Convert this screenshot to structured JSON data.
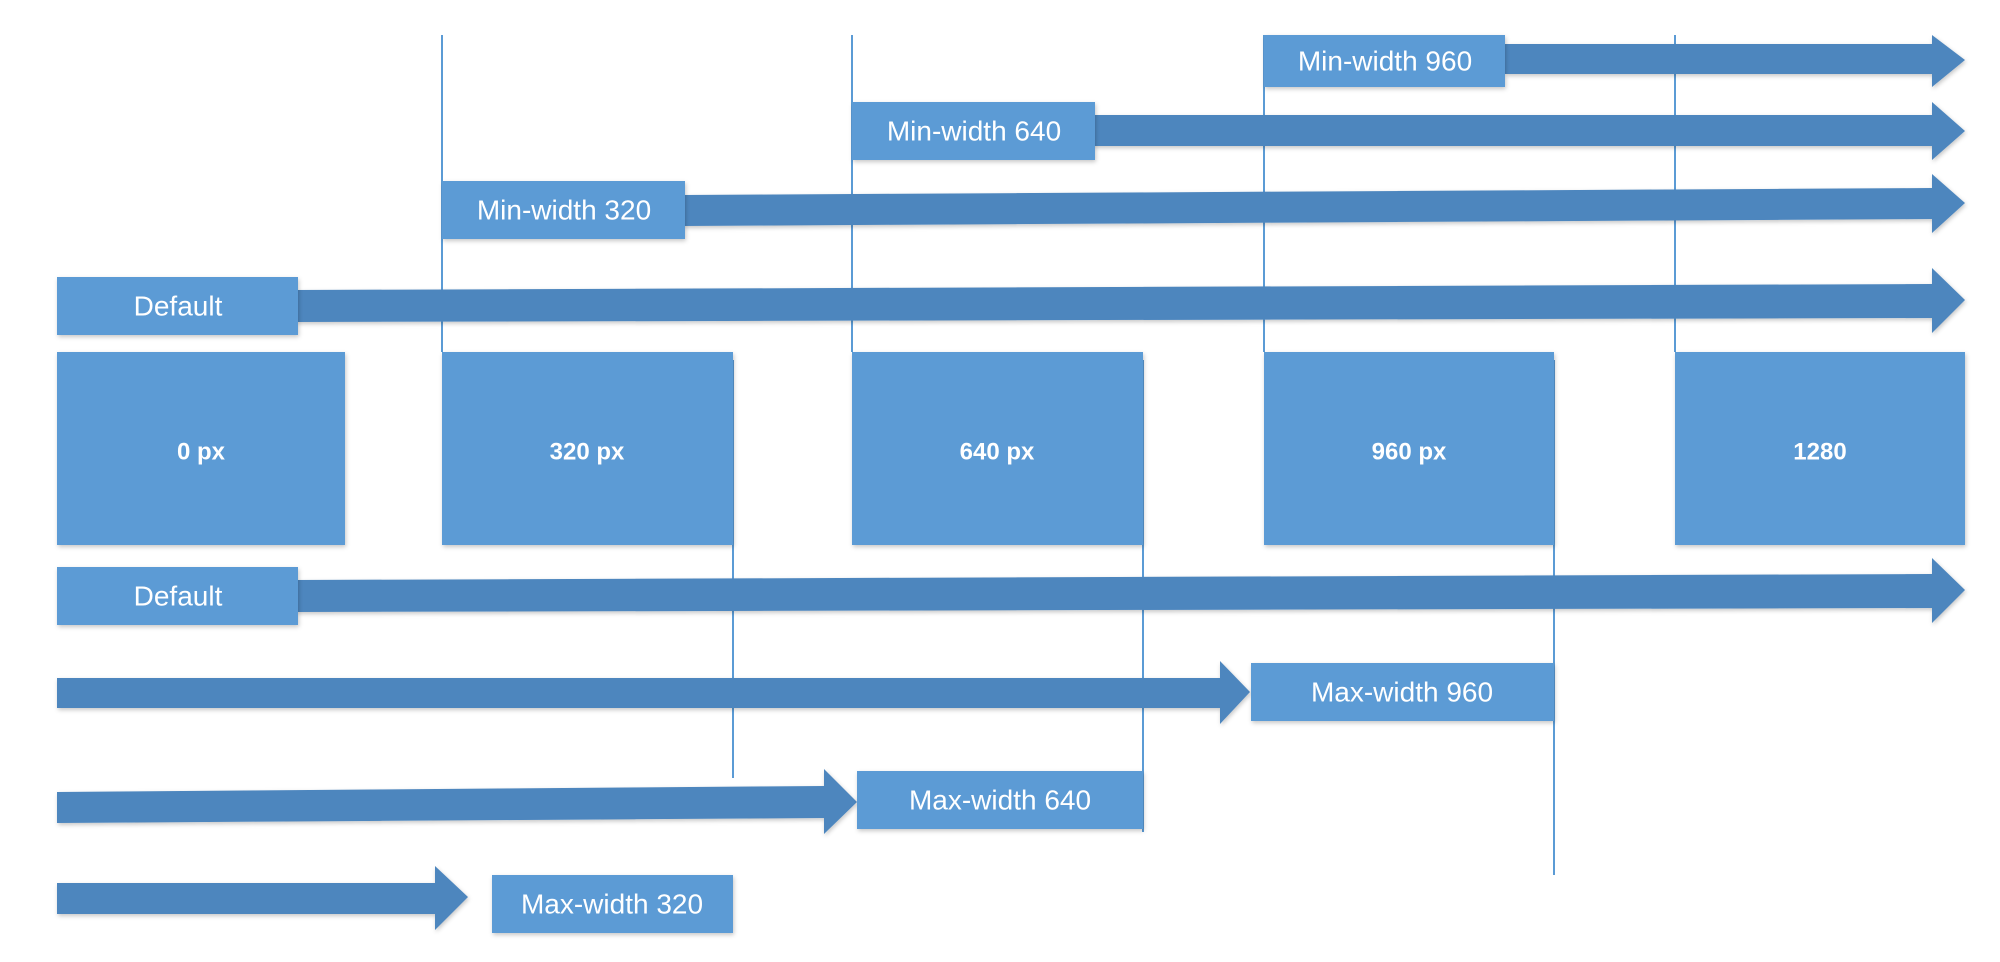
{
  "colors": {
    "box_fill": "#5b9bd5",
    "arrow_fill": "#4d86be",
    "line_color": "#5b9bd5",
    "background": "#ffffff"
  },
  "breakpoints": [
    "0 px",
    "320 px",
    "640 px",
    "960 px",
    "1280"
  ],
  "min_rules": {
    "min_960": "Min-width 960",
    "min_640": "Min-width 640",
    "min_320": "Min-width 320",
    "default": "Default"
  },
  "max_rules": {
    "default": "Default",
    "max_960": "Max-width 960",
    "max_640": "Max-width 640",
    "max_320": "Max-width 320"
  }
}
